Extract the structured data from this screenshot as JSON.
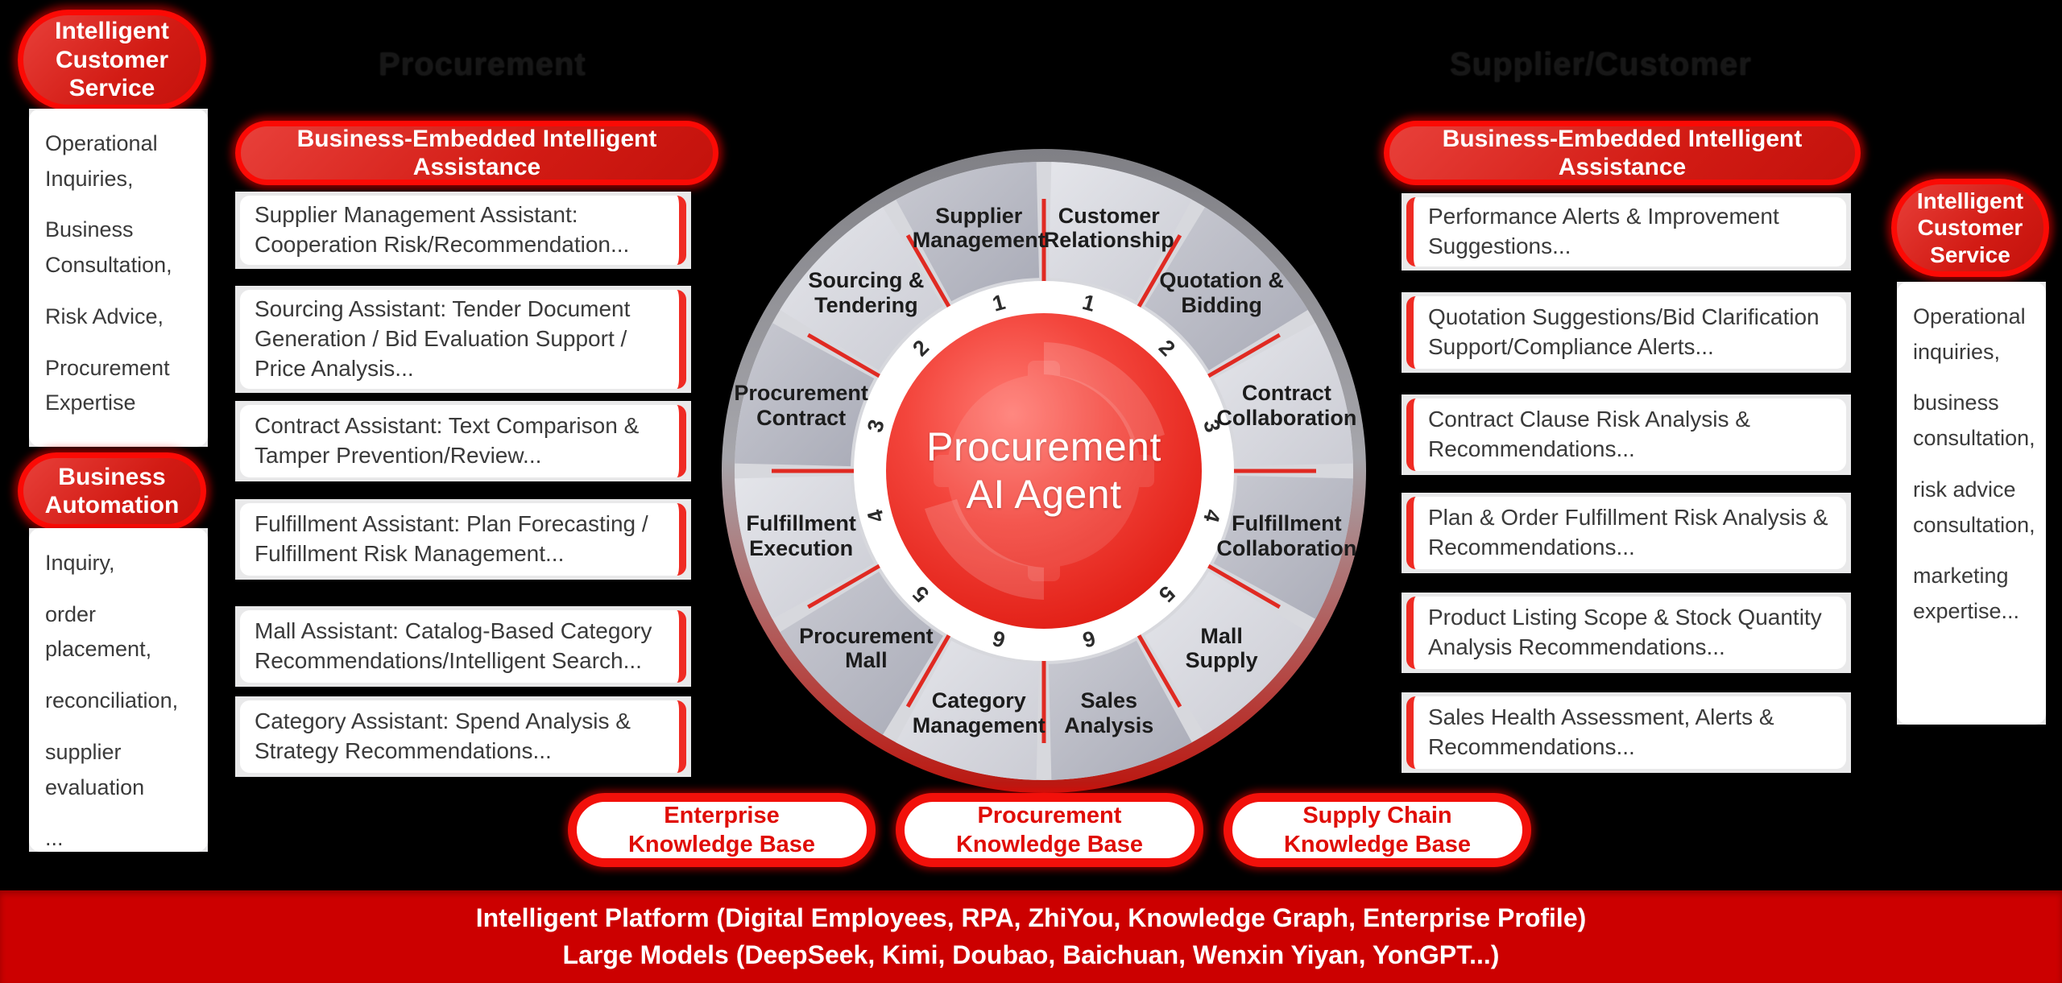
{
  "headers": {
    "left": "Procurement",
    "right": "Supplier/Customer"
  },
  "left_sidebar": {
    "badge_ics": "Intelligent\nCustomer\nService",
    "ics_lines": [
      "Operational Inquiries,",
      "Business Consultation,",
      "Risk Advice,",
      "Procurement Expertise",
      "..."
    ],
    "badge_automation": "Business\nAutomation",
    "automation_lines": [
      "Inquiry,",
      "order placement,",
      "reconciliation,",
      "supplier evaluation",
      "..."
    ]
  },
  "right_sidebar": {
    "badge_ics": "Intelligent\nCustomer\nService",
    "ics_lines": [
      "Operational inquiries,",
      "business consultation,",
      "risk advice consultation,",
      "marketing expertise..."
    ]
  },
  "left_column": {
    "header": "Business-Embedded Intelligent Assistance",
    "items": [
      "Supplier Management Assistant: Cooperation Risk/Recommendation...",
      "Sourcing Assistant: Tender Document Generation / Bid Evaluation Support / Price Analysis...",
      "Contract Assistant: Text Comparison & Tamper Prevention/Review...",
      "Fulfillment Assistant: Plan Forecasting / Fulfillment Risk Management...",
      "Mall Assistant: Catalog-Based Category Recommendations/Intelligent Search...",
      "Category Assistant: Spend Analysis & Strategy Recommendations..."
    ]
  },
  "right_column": {
    "header": "Business-Embedded Intelligent Assistance",
    "items": [
      "Performance Alerts & Improvement Suggestions...",
      "Quotation Suggestions/Bid Clarification Support/Compliance Alerts...",
      "Contract Clause Risk Analysis & Recommendations...",
      "Plan & Order Fulfillment Risk Analysis & Recommendations...",
      "Product Listing Scope & Stock Quantity Analysis Recommendations...",
      "Sales Health Assessment, Alerts & Recommendations..."
    ]
  },
  "wheel": {
    "core_title": "Procurement\nAI Agent",
    "left_segments": [
      {
        "num": "1",
        "label": "Supplier\nManagement"
      },
      {
        "num": "2",
        "label": "Sourcing &\nTendering"
      },
      {
        "num": "3",
        "label": "Procurement\nContract"
      },
      {
        "num": "4",
        "label": "Fulfillment\nExecution"
      },
      {
        "num": "5",
        "label": "Procurement\nMall"
      },
      {
        "num": "6",
        "label": "Category\nManagement"
      }
    ],
    "right_segments": [
      {
        "num": "1",
        "label": "Customer\nRelationship"
      },
      {
        "num": "2",
        "label": "Quotation &\nBidding"
      },
      {
        "num": "3",
        "label": "Contract\nCollaboration"
      },
      {
        "num": "4",
        "label": "Fulfillment\nCollaboration"
      },
      {
        "num": "5",
        "label": "Mall\nSupply"
      },
      {
        "num": "6",
        "label": "Sales\nAnalysis"
      }
    ]
  },
  "knowledge_bases": [
    "Enterprise\nKnowledge Base",
    "Procurement\nKnowledge Base",
    "Supply Chain\nKnowledge Base"
  ],
  "banner": {
    "line1": "Intelligent Platform (Digital Employees, RPA, ZhiYou, Knowledge Graph, Enterprise Profile)",
    "line2": "Large Models (DeepSeek, Kimi, Doubao, Baichuan, Wenxin Yiyan, YonGPT...)"
  },
  "colors": {
    "brand_red": "#e8403a",
    "bright_red": "#f2100a",
    "banner_red": "#cc0000",
    "accent_bar": "#ef2b23",
    "panel_grey": "#e9e9ea"
  }
}
